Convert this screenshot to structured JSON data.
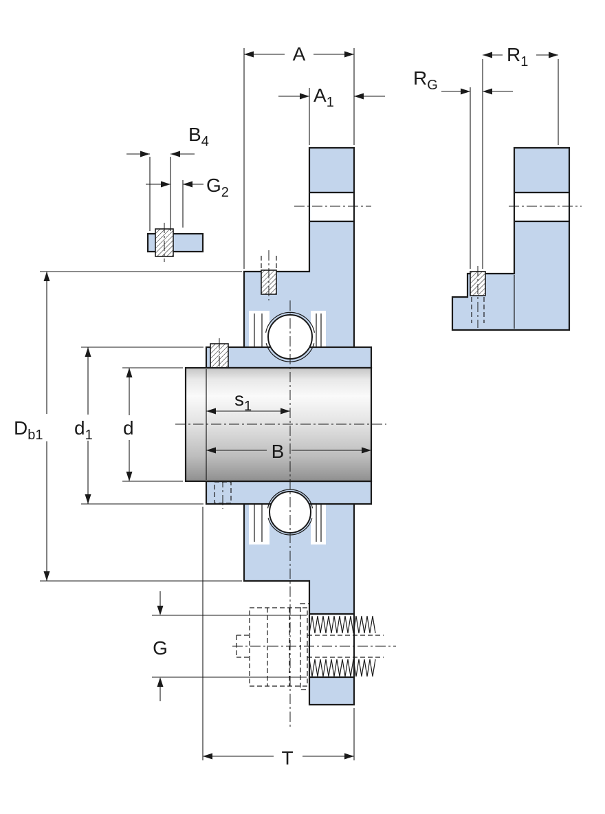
{
  "figure": "flanged-bearing-unit-section-drawing",
  "labels": {
    "A": {
      "main": "A",
      "sub": ""
    },
    "A1": {
      "main": "A",
      "sub": "1"
    },
    "RG": {
      "main": "R",
      "sub": "G"
    },
    "R1": {
      "main": "R",
      "sub": "1"
    },
    "B4": {
      "main": "B",
      "sub": "4"
    },
    "G2": {
      "main": "G",
      "sub": "2"
    },
    "Db1": {
      "main": "D",
      "sub": "b1"
    },
    "d1": {
      "main": "d",
      "sub": "1"
    },
    "d": {
      "main": "d",
      "sub": ""
    },
    "s1": {
      "main": "s",
      "sub": "1"
    },
    "B": {
      "main": "B",
      "sub": ""
    },
    "G": {
      "main": "G",
      "sub": ""
    },
    "T": {
      "main": "T",
      "sub": ""
    }
  },
  "colors": {
    "part_fill": "#c3d5ec",
    "outline": "#1a1a1a",
    "shaft_light": "#fafafa",
    "shaft_dark": "#8f8f8f",
    "background": "#ffffff"
  }
}
